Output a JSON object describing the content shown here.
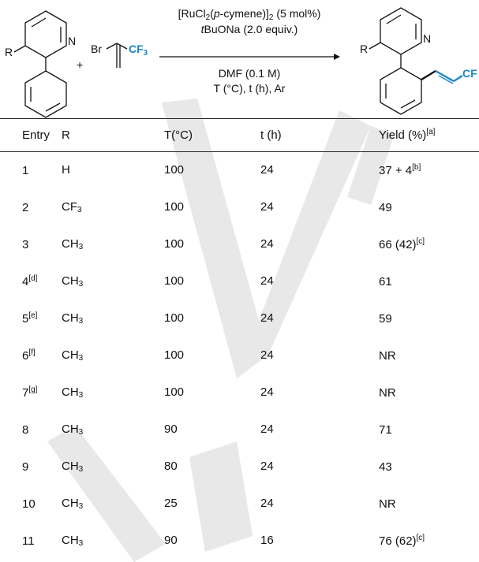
{
  "scheme": {
    "catalyst_line": {
      "pre": "[RuCl",
      "sub1": "2",
      "open": "(",
      "italic": "p",
      "mid": "-cymene)]",
      "sub2": "2",
      "post": " (5 mol%)"
    },
    "base_line": {
      "italic": "t",
      "rest": "BuONa (2.0 equiv.)"
    },
    "solvent_line": "DMF (0.1 M)",
    "conditions_line": "T (°C), t (h), Ar",
    "plus": "+",
    "reactant_r_label": "R",
    "reactant_n_label": "N",
    "bromide_br_label": "Br",
    "bromide_cf3_label": "CF",
    "bromide_cf3_sub": "3",
    "product_r_label": "R",
    "product_n_label": "N",
    "product_cf_label": "CF"
  },
  "table": {
    "headers": [
      "Entry",
      "R",
      "T(°C)",
      "t (h)",
      "Yield (%)"
    ],
    "yield_header_note": "[a]",
    "rows": [
      {
        "entry": "1",
        "entry_note": "",
        "r_base": "H",
        "r_sub": "",
        "temp": "100",
        "time": "24",
        "yield": "37 + 4",
        "yield_note": "[b]"
      },
      {
        "entry": "2",
        "entry_note": "",
        "r_base": "CF",
        "r_sub": "3",
        "temp": "100",
        "time": "24",
        "yield": "49",
        "yield_note": ""
      },
      {
        "entry": "3",
        "entry_note": "",
        "r_base": "CH",
        "r_sub": "3",
        "temp": "100",
        "time": "24",
        "yield": "66 (42)",
        "yield_note": "[c]"
      },
      {
        "entry": "4",
        "entry_note": "[d]",
        "r_base": "CH",
        "r_sub": "3",
        "temp": "100",
        "time": "24",
        "yield": "61",
        "yield_note": ""
      },
      {
        "entry": "5",
        "entry_note": "[e]",
        "r_base": "CH",
        "r_sub": "3",
        "temp": "100",
        "time": "24",
        "yield": "59",
        "yield_note": ""
      },
      {
        "entry": "6",
        "entry_note": "[f]",
        "r_base": "CH",
        "r_sub": "3",
        "temp": "100",
        "time": "24",
        "yield": "NR",
        "yield_note": ""
      },
      {
        "entry": "7",
        "entry_note": "[g]",
        "r_base": "CH",
        "r_sub": "3",
        "temp": "100",
        "time": "24",
        "yield": "NR",
        "yield_note": ""
      },
      {
        "entry": "8",
        "entry_note": "",
        "r_base": "CH",
        "r_sub": "3",
        "temp": "90",
        "time": "24",
        "yield": "71",
        "yield_note": ""
      },
      {
        "entry": "9",
        "entry_note": "",
        "r_base": "CH",
        "r_sub": "3",
        "temp": "80",
        "time": "24",
        "yield": "43",
        "yield_note": ""
      },
      {
        "entry": "10",
        "entry_note": "",
        "r_base": "CH",
        "r_sub": "3",
        "temp": "25",
        "time": "24",
        "yield": "NR",
        "yield_note": ""
      },
      {
        "entry": "11",
        "entry_note": "",
        "r_base": "CH",
        "r_sub": "3",
        "temp": "90",
        "time": "16",
        "yield": "76 (62)",
        "yield_note": "[c]"
      }
    ]
  },
  "watermark": {
    "color": "#e8e8e8"
  }
}
